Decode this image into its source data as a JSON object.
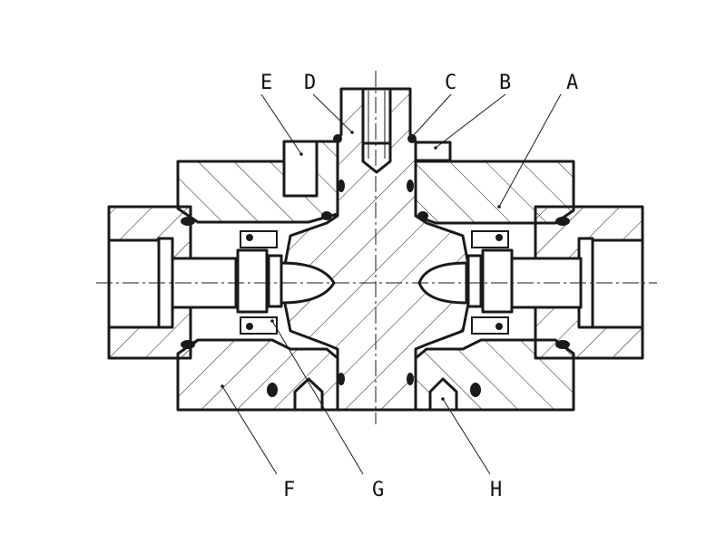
{
  "labels": {
    "A": "A",
    "B": "B",
    "C": "C",
    "D": "D",
    "E": "E",
    "F": "F",
    "G": "G",
    "H": "H"
  },
  "colors": {
    "line": "#1a1a1a",
    "background": "#ffffff"
  }
}
